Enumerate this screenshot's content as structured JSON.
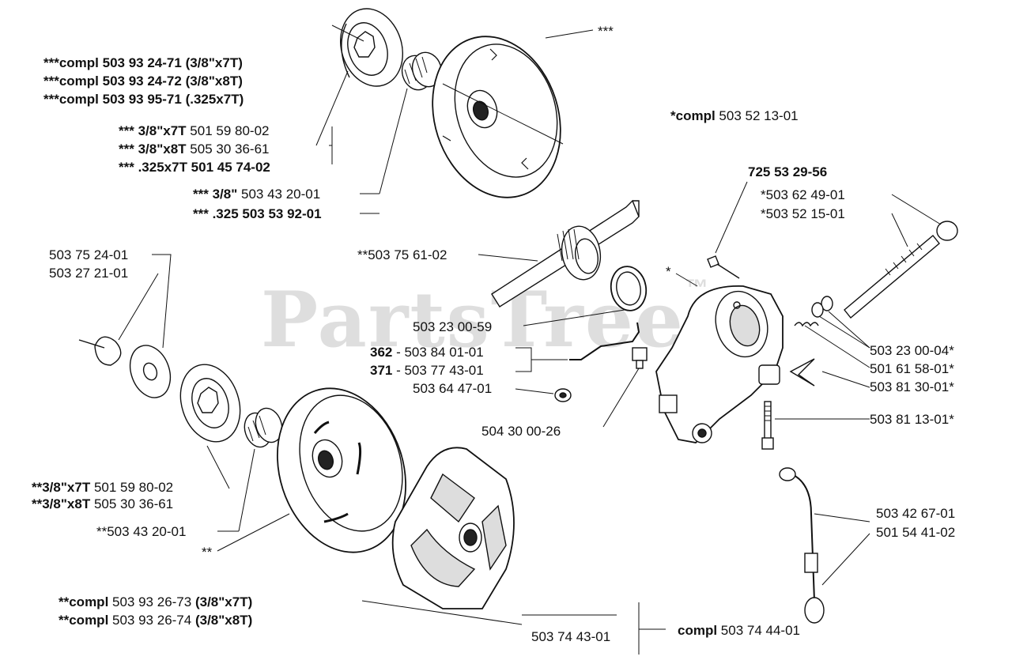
{
  "watermark": {
    "text": "PartsTree",
    "mark": "™"
  },
  "labels": {
    "top_stars": "***",
    "compl_a": {
      "prefix": "***compl 503 93 24-71 ",
      "suffix": "(3/8\"x7T)"
    },
    "compl_b": {
      "prefix": "***compl 503 93 24-72 ",
      "suffix": "(3/8\"x8T)"
    },
    "compl_c": {
      "prefix": "***compl 503 93 95-71 ",
      "suffix": "(.325x7T)"
    },
    "sprocket_a": {
      "bold": "*** 3/8\"x7T",
      "normal": " 501 59 80-02"
    },
    "sprocket_b": {
      "bold": "*** 3/8\"x8T",
      "normal": " 505 30 36-61"
    },
    "sprocket_c": {
      "bold": "*** .325x7T 501 45 74-02",
      "normal": ""
    },
    "bearing_a": {
      "bold": "*** 3/8\"",
      "normal": " 503 43 20-01"
    },
    "bearing_b": {
      "bold": "*** .325 503 53 92-01",
      "normal": ""
    },
    "pump_compl": {
      "bold": "*compl",
      "normal": " 503 52 13-01"
    },
    "pump_725": "725 53 29-56",
    "shaft_a": "*503 62 49-01",
    "shaft_b": "*503 52 15-01",
    "worm": "**503 75 61-02",
    "star": "*",
    "washer_a": "503 75 24-01",
    "washer_b": "503 27 21-01",
    "oring": "503 23 00-59",
    "pipe_362": {
      "bold": "362",
      "normal": " - 503 84 01-01"
    },
    "pipe_371": {
      "bold": "371",
      "normal": " - 503 77 43-01"
    },
    "seal": "503 64 47-01",
    "nipple": "504 30 00-26",
    "p_23_00_04": "503 23 00-04*",
    "p_61_58": "501 61 58-01*",
    "p_81_30": "503 81 30-01*",
    "p_81_13": "503 81 13-01*",
    "hose_a": "503 42 67-01",
    "hose_b": "501 54 41-02",
    "lower_sprocket_a": {
      "bold": "**3/8\"x7T",
      "normal": " 501 59 80-02"
    },
    "lower_sprocket_b": {
      "bold": "**3/8\"x8T",
      "normal": " 505 30 36-61"
    },
    "lower_bearing": "**503 43 20-01",
    "lower_stars": "**",
    "lower_compl_a": {
      "prefix": "**compl",
      "mid": " 503 93 26-73 ",
      "suffix": "(3/8\"x7T)"
    },
    "lower_compl_b": {
      "prefix": "**compl",
      "mid": " 503 93 26-74 ",
      "suffix": "(3/8\"x8T)"
    },
    "clutch": "503 74 43-01",
    "clutch_compl": {
      "bold": "compl",
      "normal": " 503 74 44-01"
    }
  }
}
